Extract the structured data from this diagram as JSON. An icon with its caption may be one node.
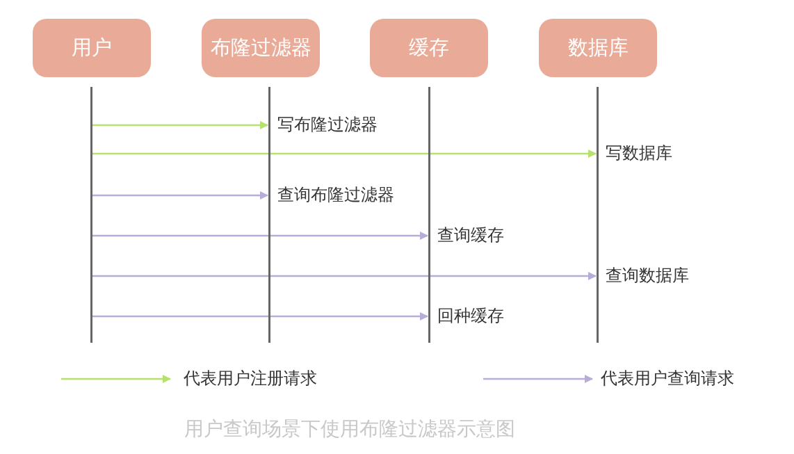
{
  "diagram": {
    "caption": "用户查询场景下使用布隆过滤器示意图",
    "nodes": [
      {
        "text": [
          "用户"
        ]
      },
      {
        "text": [
          "布隆过滤器"
        ]
      },
      {
        "text": [
          "缓存"
        ]
      },
      {
        "text": [
          "数据库"
        ]
      },
      {
        "text": [],
        "shape": "bar"
      },
      {
        "text": [],
        "shape": "bar"
      },
      {
        "text": [],
        "shape": "bar"
      },
      {
        "text": [],
        "shape": "bar"
      }
    ],
    "edges": [
      {
        "from": 4,
        "to": 5,
        "arrow": "to",
        "label": "写布隆过滤器",
        "color": "#b5e16c"
      },
      {
        "from": 4,
        "to": 7,
        "arrow": "to",
        "label": "写数据库",
        "color": "#b5e16c"
      },
      {
        "from": 4,
        "to": 5,
        "arrow": "to",
        "label": "查询布隆过滤器"
      },
      {
        "from": 4,
        "to": 6,
        "arrow": "to",
        "label": "查询缓存"
      },
      {
        "from": 4,
        "to": 7,
        "arrow": "to",
        "label": "查询数据库"
      },
      {
        "from": 4,
        "to": 6,
        "arrow": "to",
        "label": "回种缓存"
      }
    ],
    "legend": [
      {
        "text": "代表用户注册请求"
      },
      {
        "text": "代表用户查询请求"
      }
    ]
  }
}
